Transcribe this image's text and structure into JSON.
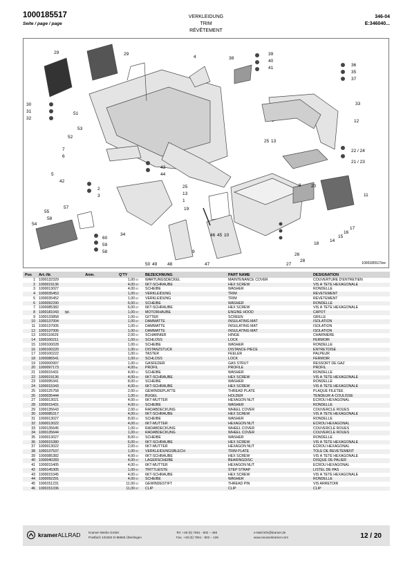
{
  "header": {
    "part_number": "1000185517",
    "page_label": "Seite / page / page",
    "title_de": "VERKLEIDUNG",
    "title_en": "TRIM",
    "title_fr": "RÉVÊTEMENT",
    "code": "346-04",
    "e_code": "E:346040..."
  },
  "drawing": {
    "code": "1000185517/ee",
    "callouts": [
      "29",
      "29",
      "4",
      "38",
      "39",
      "40",
      "41",
      "36",
      "35",
      "37",
      "30",
      "31",
      "32",
      "51",
      "53",
      "33",
      "12",
      "52",
      "25",
      "13",
      "7",
      "6",
      "22 / 24",
      "21 / 23",
      "5",
      "42",
      "43",
      "44",
      "8",
      "20",
      "11",
      "2",
      "3",
      "25",
      "13",
      "1",
      "19",
      "57",
      "55",
      "58",
      "54",
      "60",
      "59",
      "58",
      "34",
      "46",
      "45",
      "10",
      "17",
      "16",
      "15",
      "14",
      "18",
      "26",
      "28",
      "27",
      "50",
      "49",
      "48",
      "9",
      "47"
    ]
  },
  "table": {
    "headers": {
      "pos": "Pos",
      "art": "Art.-Nr.",
      "anm": "Anm.",
      "qty": "Q'TY",
      "de": "BEZEICHNUNG",
      "en": "PART NAME",
      "fr": "DESIGNATION"
    },
    "rows": [
      {
        "pos": "1",
        "art": "1000132329",
        "anm": "",
        "qty": "1,00",
        "unit": "ST",
        "de": "WARTUNGSDECKEL",
        "en": "MAINTENANCE COVER",
        "fr": "COUVERTURE D'ENTRETIEN"
      },
      {
        "pos": "2",
        "art": "1000019136",
        "anm": "",
        "qty": "4,00",
        "unit": "ST",
        "de": "6KT-SCHRAUBE",
        "en": "HEX SCREW",
        "fr": "VIS À TÊTE HEXAGONALE"
      },
      {
        "pos": "3",
        "art": "1000013027",
        "anm": "",
        "qty": "4,00",
        "unit": "ST",
        "de": "SCHEIBE",
        "en": "WASHER",
        "fr": "RONDELLE"
      },
      {
        "pos": "4",
        "art": "1000035453",
        "anm": "",
        "qty": "1,00",
        "unit": "ST",
        "de": "VERKLEIDUNG",
        "en": "TRIM",
        "fr": "RÉVÊTEMENT"
      },
      {
        "pos": "5",
        "art": "1000035452",
        "anm": "",
        "qty": "1,00",
        "unit": "ST",
        "de": "VERKLEIDUNG",
        "en": "TRIM",
        "fr": "RÉVÊTEMENT"
      },
      {
        "pos": "6",
        "art": "1000092290",
        "anm": "",
        "qty": "6,00",
        "unit": "ST",
        "de": "SCHEIBE",
        "en": "WASHER",
        "fr": "RONDELLE"
      },
      {
        "pos": "7",
        "art": "1000085382",
        "anm": "",
        "qty": "6,00",
        "unit": "ST",
        "de": "6KT-SCHRAUBE",
        "en": "HEX SCREW",
        "fr": "VIS À TÊTE HEXAGONALE"
      },
      {
        "pos": "8",
        "art": "1000181043",
        "anm": "tpl.",
        "qty": "1,00",
        "unit": "ST",
        "de": "MOTORHAUBE",
        "en": "ENGINE HOOD",
        "fr": "CAPOT"
      },
      {
        "pos": "9",
        "art": "1000133858",
        "anm": "",
        "qty": "1,00",
        "unit": "ST",
        "de": "GITTER",
        "en": "SCREEN",
        "fr": "GRILLE"
      },
      {
        "pos": "10",
        "art": "1000137004",
        "anm": "",
        "qty": "1,00",
        "unit": "ST",
        "de": "DÄMMATTE",
        "en": "INSULATING MAT",
        "fr": "ISOLATION"
      },
      {
        "pos": "11",
        "art": "1000137005",
        "anm": "",
        "qty": "1,00",
        "unit": "ST",
        "de": "DÄMMATTE",
        "en": "INSULATING MAT",
        "fr": "ISOLATION"
      },
      {
        "pos": "12",
        "art": "1000137006",
        "anm": "",
        "qty": "1,00",
        "unit": "ST",
        "de": "DÄMMATTE",
        "en": "INSULATING MAT",
        "fr": "ISOLATION"
      },
      {
        "pos": "13",
        "art": "1000116629",
        "anm": "",
        "qty": "2,00",
        "unit": "ST",
        "de": "SCHARNIER",
        "en": "HINGE",
        "fr": "CHARNIÈRE"
      },
      {
        "pos": "14",
        "art": "1000100211",
        "anm": "",
        "qty": "1,00",
        "unit": "ST",
        "de": "SCHLOSS",
        "en": "LOCK",
        "fr": "FERMOIR"
      },
      {
        "pos": "15",
        "art": "1000100028",
        "anm": "",
        "qty": "1,00",
        "unit": "ST",
        "de": "SCHEIBE",
        "en": "WASHER",
        "fr": "RONDELLE"
      },
      {
        "pos": "16",
        "art": "1000100220",
        "anm": "",
        "qty": "1,00",
        "unit": "ST",
        "de": "DISTANZSTÜCK",
        "en": "DISTANCE PIECE",
        "fr": "ENTRETOISE"
      },
      {
        "pos": "17",
        "art": "1000100222",
        "anm": "",
        "qty": "1,00",
        "unit": "ST",
        "de": "TASTER",
        "en": "FEELER",
        "fr": "PALPEUR"
      },
      {
        "pos": "18",
        "art": "1000086541",
        "anm": "",
        "qty": "1,00",
        "unit": "ST",
        "de": "SCHLOSS",
        "en": "LOCK",
        "fr": "FERMOIR"
      },
      {
        "pos": "19",
        "art": "1000000997",
        "anm": "",
        "qty": "1,00",
        "unit": "ST",
        "de": "GASFEDER",
        "en": "GAS STRUT",
        "fr": "RESSORT DE GAZ"
      },
      {
        "pos": "20",
        "art": "1000097173",
        "anm": "",
        "qty": "4,00",
        "unit": "M",
        "de": "PROFIL",
        "en": "PROFILE",
        "fr": "PROFIL"
      },
      {
        "pos": "21",
        "art": "1000015431",
        "anm": "",
        "qty": "4,00",
        "unit": "ST",
        "de": "SCHEIBE",
        "en": "WASHER",
        "fr": "RONDELLE"
      },
      {
        "pos": "22",
        "art": "1000019136",
        "anm": "",
        "qty": "4,00",
        "unit": "ST",
        "de": "6KT-SCHRAUBE",
        "en": "HEX SCREW",
        "fr": "VIS À TÊTE HEXAGONALE"
      },
      {
        "pos": "23",
        "art": "1000095341",
        "anm": "",
        "qty": "8,00",
        "unit": "ST",
        "de": "SCHEIBE",
        "en": "WASHER",
        "fr": "RONDELLE"
      },
      {
        "pos": "24",
        "art": "1000015343",
        "anm": "",
        "qty": "4,00",
        "unit": "ST",
        "de": "6KT-SCHRAUBE",
        "en": "HEX SCREW",
        "fr": "VIS À TÊTE HEXAGONALE"
      },
      {
        "pos": "25",
        "art": "1000125758",
        "anm": "",
        "qty": "2,00",
        "unit": "ST",
        "de": "GEWINDEPLATTE",
        "en": "THREAD PLATE",
        "fr": "PLAQUE FILETÉE"
      },
      {
        "pos": "26",
        "art": "1000035444",
        "anm": "",
        "qty": "1,00",
        "unit": "ST",
        "de": "BÜGEL",
        "en": "HOLDER",
        "fr": "TENDEUR À COULISSE"
      },
      {
        "pos": "27",
        "art": "1000013021",
        "anm": "",
        "qty": "4,00",
        "unit": "ST",
        "de": "6KT-MUTTER",
        "en": "HEXAGON NUT",
        "fr": "ÉCROU HEXAGONAL"
      },
      {
        "pos": "28",
        "art": "1000015431",
        "anm": "",
        "qty": "4,00",
        "unit": "ST",
        "de": "SCHEIBE",
        "en": "WASHER",
        "fr": "RONDELLE"
      },
      {
        "pos": "29",
        "art": "1000135643",
        "anm": "",
        "qty": "2,00",
        "unit": "ST",
        "de": "RADABDECKUNG",
        "en": "WHEEL COVER",
        "fr": "COUVERCLE ROUES"
      },
      {
        "pos": "30",
        "art": "1000085317",
        "anm": "",
        "qty": "4,00",
        "unit": "ST",
        "de": "6KT-SCHRAUBE",
        "en": "HEX SCREW",
        "fr": "VIS À TÊTE HEXAGONALE"
      },
      {
        "pos": "31",
        "art": "1000013027",
        "anm": "",
        "qty": "8,00",
        "unit": "ST",
        "de": "SCHEIBE",
        "en": "WASHER",
        "fr": "RONDELLE"
      },
      {
        "pos": "32",
        "art": "1000013022",
        "anm": "",
        "qty": "4,00",
        "unit": "ST",
        "de": "6KT-MUTTER",
        "en": "HEXAGON NUT",
        "fr": "ÉCROU HEXAGONAL"
      },
      {
        "pos": "33",
        "art": "1000135645",
        "anm": "",
        "qty": "1,00",
        "unit": "ST",
        "de": "RADABDECKUNG",
        "en": "WHEEL COVER",
        "fr": "COUVERCLE ROUES"
      },
      {
        "pos": "34",
        "art": "1000135644",
        "anm": "",
        "qty": "1,00",
        "unit": "ST",
        "de": "RADABDECKUNG",
        "en": "WHEEL COVER",
        "fr": "COUVERCLE ROUES"
      },
      {
        "pos": "35",
        "art": "1000013027",
        "anm": "",
        "qty": "8,00",
        "unit": "ST",
        "de": "SCHEIBE",
        "en": "WASHER",
        "fr": "RONDELLE"
      },
      {
        "pos": "36",
        "art": "1000015380",
        "anm": "",
        "qty": "6,00",
        "unit": "ST",
        "de": "6KT-SCHRAUBE",
        "en": "HEX SCREW",
        "fr": "VIS À TÊTE HEXAGONALE"
      },
      {
        "pos": "37",
        "art": "1000013022",
        "anm": "",
        "qty": "2,00",
        "unit": "ST",
        "de": "6KT-MUTTER",
        "en": "HEXAGON NUT",
        "fr": "ÉCROU HEXAGONAL"
      },
      {
        "pos": "38",
        "art": "1000137537",
        "anm": "",
        "qty": "1,00",
        "unit": "ST",
        "de": "VERKLEIDUNGSBLECH",
        "en": "TRIM PLATE",
        "fr": "TÔLE DE RÉVÊTEMENT"
      },
      {
        "pos": "39",
        "art": "1000085382",
        "anm": "",
        "qty": "4,00",
        "unit": "ST",
        "de": "6KT-SCHRAUBE",
        "en": "HEX SCREW",
        "fr": "VIS À TÊTE HEXAGONALE"
      },
      {
        "pos": "40",
        "art": "1000040283",
        "anm": "",
        "qty": "4,00",
        "unit": "ST",
        "de": "LAGERSCHEIBE",
        "en": "BEARINGDISC",
        "fr": "DISQUE DE PALIER"
      },
      {
        "pos": "41",
        "art": "1000015405",
        "anm": "",
        "qty": "4,00",
        "unit": "ST",
        "de": "6KT-MUTTER",
        "en": "HEXAGON NUT",
        "fr": "ÉCROU HEXAGONAL"
      },
      {
        "pos": "42",
        "art": "1000145305",
        "anm": "",
        "qty": "1,00",
        "unit": "ST",
        "de": "TRITTLEISTE",
        "en": "STEP STRAP",
        "fr": "LISTEL DE PAS"
      },
      {
        "pos": "43",
        "art": "1000015345",
        "anm": "",
        "qty": "4,00",
        "unit": "ST",
        "de": "6KT-SCHRAUBE",
        "en": "HEX SCREW",
        "fr": "VIS À TÊTE HEXAGONALE"
      },
      {
        "pos": "44",
        "art": "1000092291",
        "anm": "",
        "qty": "4,00",
        "unit": "ST",
        "de": "SCHEIBE",
        "en": "WASHER",
        "fr": "RONDELLE"
      },
      {
        "pos": "45",
        "art": "1000151231",
        "anm": "",
        "qty": "11,00",
        "unit": "ST",
        "de": "GEWINDESTIFT",
        "en": "THREAD PIN",
        "fr": "VIS ARRÊTOIR"
      },
      {
        "pos": "46",
        "art": "1000151036",
        "anm": "",
        "qty": "11,00",
        "unit": "ST",
        "de": "CLIP",
        "en": "CLIP",
        "fr": "CLIP"
      }
    ]
  },
  "footer": {
    "brand_bold": "kramer",
    "brand_light": "ALLRAD",
    "company_line1": "Kramer-Werke GmbH",
    "company_line2": "Postfach 101563 D-88665 Überlingen",
    "tel": "Tel. +49 (0) 7551 - 802 – 450",
    "fax": "Fax. +49 (0) 7551 - 802 – 136",
    "email": "e-Mail:info@kramer.de",
    "web": "www.neusonkramer.com",
    "page": "12 / 20"
  }
}
